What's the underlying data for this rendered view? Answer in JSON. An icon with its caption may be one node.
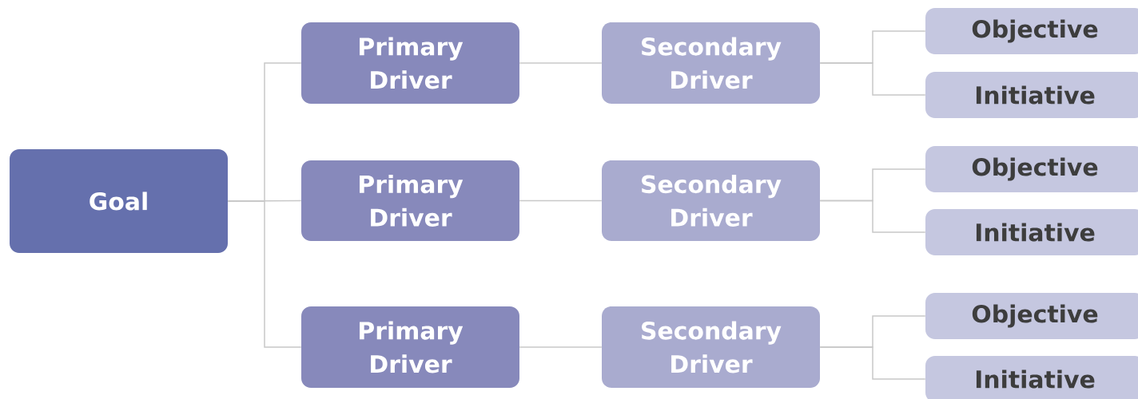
{
  "diagram": {
    "nodes": [
      {
        "text": [
          "Goal"
        ]
      },
      {
        "text": [
          "Primary Driver"
        ]
      },
      {
        "text": [
          "Secondary Driver"
        ]
      },
      {
        "text": [
          "Objective"
        ]
      },
      {
        "text": [
          "Initiative"
        ]
      },
      {
        "text": [
          "Primary Driver"
        ]
      },
      {
        "text": [
          "Secondary Driver"
        ]
      },
      {
        "text": [
          "Objective"
        ]
      },
      {
        "text": [
          "Initiative"
        ]
      },
      {
        "text": [
          "Primary Driver"
        ]
      },
      {
        "text": [
          "Secondary Driver"
        ]
      },
      {
        "text": [
          "Objective"
        ]
      },
      {
        "text": [
          "Initiative"
        ]
      }
    ],
    "edges": [
      {
        "from": 0,
        "to": 1,
        "arrow": "none"
      },
      {
        "from": 0,
        "to": 5,
        "arrow": "none"
      },
      {
        "from": 0,
        "to": 9,
        "arrow": "none"
      },
      {
        "from": 1,
        "to": 2,
        "arrow": "none"
      },
      {
        "from": 5,
        "to": 6,
        "arrow": "none"
      },
      {
        "from": 9,
        "to": 10,
        "arrow": "none"
      },
      {
        "from": 2,
        "to": 3,
        "arrow": "none"
      },
      {
        "from": 2,
        "to": 4,
        "arrow": "none"
      },
      {
        "from": 6,
        "to": 7,
        "arrow": "none"
      },
      {
        "from": 6,
        "to": 8,
        "arrow": "none"
      },
      {
        "from": 10,
        "to": 11,
        "arrow": "none"
      },
      {
        "from": 10,
        "to": 12,
        "arrow": "none"
      }
    ]
  }
}
